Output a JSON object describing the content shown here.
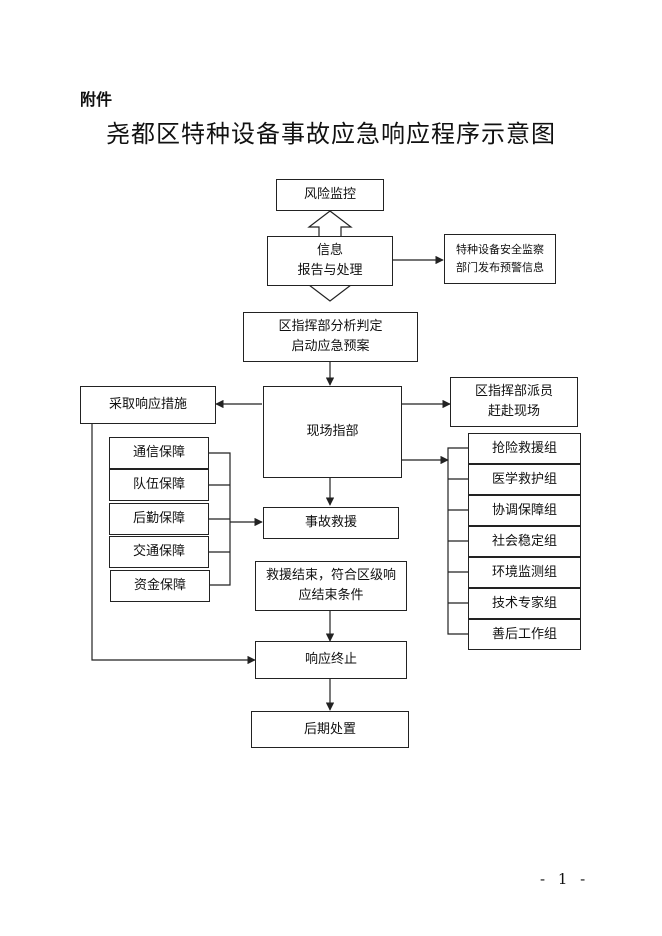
{
  "attachment_label": "附件",
  "title": "尧都区特种设备事故应急响应程序示意图",
  "nodes": {
    "risk_monitor": "风险监控",
    "info_line1": "信息",
    "info_line2": "报告与处理",
    "warning_line1": "特种设备安全监察",
    "warning_line2": "部门发布预警信息",
    "analysis_line1": "区指挥部分析判定",
    "analysis_line2": "启动应急预案",
    "take_measures": "采取响应措施",
    "onsite_command": "现场指部",
    "dispatch_line1": "区指挥部派员",
    "dispatch_line2": "赶赴现场",
    "rescue": "事故救援",
    "end_line1": "救援结束，符合区级响",
    "end_line2": "应结束条件",
    "response_end": "响应终止",
    "aftermath": "后期处置"
  },
  "support_items": [
    "通信保障",
    "队伍保障",
    "后勤保障",
    "交通保障",
    "资金保障"
  ],
  "groups": [
    "抢险救援组",
    "医学救护组",
    "协调保障组",
    "社会稳定组",
    "环境监测组",
    "技术专家组",
    "善后工作组"
  ],
  "page_number": "- 1 -"
}
